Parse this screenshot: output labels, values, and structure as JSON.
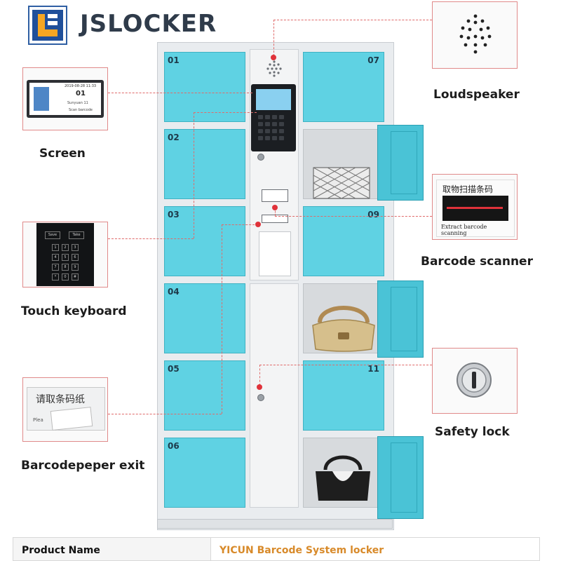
{
  "brand": {
    "name": "JSLOCKER"
  },
  "locker": {
    "doors": [
      "01",
      "02",
      "03",
      "04",
      "05",
      "06",
      "07",
      "09",
      "11"
    ]
  },
  "callouts": {
    "screen": {
      "label": "Screen",
      "time": "2019-08-28 11:33",
      "counter": "01",
      "line1": "Sunyuan 11",
      "line2": "Scan barcode"
    },
    "keyboard": {
      "label": "Touch keyboard",
      "keys": [
        "Save",
        "Take",
        "1",
        "2",
        "3",
        "4",
        "5",
        "6",
        "7",
        "8",
        "9",
        "*",
        "0",
        "#"
      ]
    },
    "paper": {
      "label": "Barcodepeper exit",
      "cn_text": "请取条码纸",
      "en_text": "Plea"
    },
    "speaker": {
      "label": "Loudspeaker"
    },
    "scanner": {
      "label": "Barcode scanner",
      "cn_text": "取物扫描条码",
      "en_text": "Extract barcode scanning"
    },
    "lock": {
      "label": "Safety lock"
    }
  },
  "spec": {
    "name": "Product Name",
    "value": "YICUN Barcode System locker"
  },
  "colors": {
    "door": "#5fd2e3",
    "accent": "#e0323a",
    "brand_text": "#2f3b4a",
    "spec_value": "#d88a2a"
  }
}
